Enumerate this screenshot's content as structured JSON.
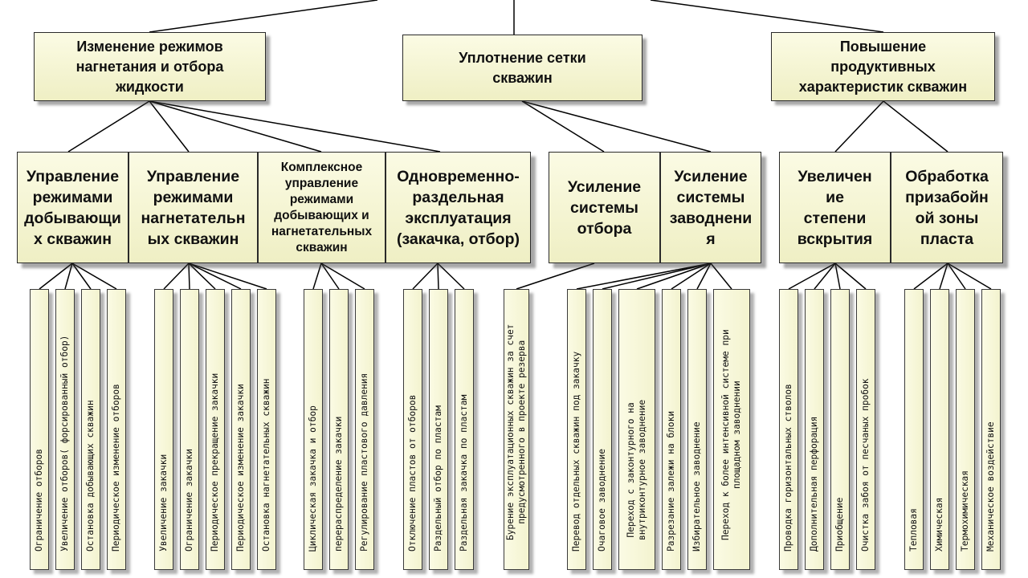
{
  "categories": [
    {
      "title": "Изменение режимов нагнетания и отбора жидкости",
      "subcategories": [
        {
          "title": "Управление режимами добывающих скважин",
          "items": [
            "Ограничение отборов",
            "Увеличение отборов (форсированный отбор)",
            "Остановка добывающих скважин",
            "Периодическое изменение отборов"
          ]
        },
        {
          "title": "Управление режимами нагнетательных скважин",
          "items": [
            "Увеличение закачки",
            "Ограничение закачки",
            "Периодическое прекращение закачки",
            "Периодическое изменение закачки",
            "Остановка нагнетательных скважин"
          ]
        },
        {
          "title": "Комплексное управление режимами добывающих и нагнетательных скважин",
          "items": [
            "Циклическая закачка и отбор",
            "Перераспределение закачки",
            "Регулирование пластового давления"
          ]
        },
        {
          "title": "Одновременно-раздельная эксплуатация (закачка, отбор)",
          "items": [
            "Отключение пластов от отборов",
            "Раздельный отбор по пластам",
            "Раздельная закачка по пластам"
          ]
        }
      ]
    },
    {
      "title": "Уплотнение сетки скважин",
      "subcategories": [
        {
          "title": "Усиление системы отбора",
          "items": [
            "Бурение эксплуатационных скважин за счет предусмотренного в проекте резерва"
          ]
        },
        {
          "title": "Усиление системы заводнения",
          "items": [
            "Перевод отдельных скважин под закачку",
            "Очаговое заводнение",
            "Переход с законтурного на внутриконтурное заводнение",
            "Разрезание залежи на блоки",
            "Избирательное заводнение",
            "Переход к более интенсивной системе при площадном заводнении"
          ]
        }
      ]
    },
    {
      "title": "Повышение продуктивных характеристик скважин",
      "subcategories": [
        {
          "title": "Увеличение степени вскрытия",
          "items": [
            "Проводка горизонтальных стволов",
            "Дополнительная перфорация",
            "Приобщение",
            "Очистка забоя от песчаных пробок"
          ]
        },
        {
          "title": "Обработка призабойной зоны пласта",
          "items": [
            "Тепловая",
            "Химическая",
            "Термохимическая",
            "Механическое воздействие"
          ]
        }
      ]
    }
  ],
  "display": {
    "cat0": "Изменение режимов\nнагнетания и отбора\nжидкости",
    "cat1": "Уплотнение сетки\nскважин",
    "cat2": "Повышение\nпродуктивных\nхарактеристик скважин",
    "sub0": "Управление\nрежимами\nдобывающи\nх скважин",
    "sub1": "Управление\nрежимами\nнагнетательн\nых скважин",
    "sub2": "Комплексное\nуправление\nрежимами\nдобывающих и\nнагнетательных\nскважин",
    "sub3": "Одновременно-\nраздельная\nэксплуатация\n(закачка, отбор)",
    "sub4": "Усиление\nсистемы\nотбора",
    "sub5": "Усиление\nсистемы\nзаводнени\nя",
    "sub6": "Увеличен\nие\nстепени\nвскрытия",
    "sub7": "Обработка\nпризабойн\nой зоны\nпласта",
    "items": [
      "Ограничение отборов",
      "Увеличение отборов( форсированный отбор)",
      "Остановка добывающих скважин",
      "Периодическое изменение отборов",
      "Увеличение закачки",
      "Ограничение закачки",
      "Периодическое прекращение закачки",
      "Периодическое изменение закачки",
      "Остановка нагнетательных скважин",
      "Циклическая закачка и отбор",
      "перераспределение закачки",
      "Регулирование пластового давления",
      "Отключение пластов от отборов",
      "Раздельный отбор по пластам",
      "Раздельная закачка по пластам",
      "Бурение эксплуатационных скважин за счет\nпредусмотренного в проекте резерва",
      "Перевод отдельных скважин под закачку",
      "Очаговое заводнение",
      "Переход с законтурного на\nвнутриконтурное заводнение",
      "Разрезание залежи на блоки",
      "Избирательное заводнение",
      "Переход к более интенсивной системе при\nплощадном заводнении",
      "Проводка горизонтальных стволов",
      "Дополнительная перфорация",
      "Приобщение",
      "Очистка забоя от песчаных пробок",
      "Тепловая",
      "Химическая",
      "Термохимическая",
      "Механическое воздействие"
    ]
  },
  "colors": {
    "box_fill": "#f4f4d2",
    "border": "#2a2a2a",
    "line": "#000000"
  }
}
